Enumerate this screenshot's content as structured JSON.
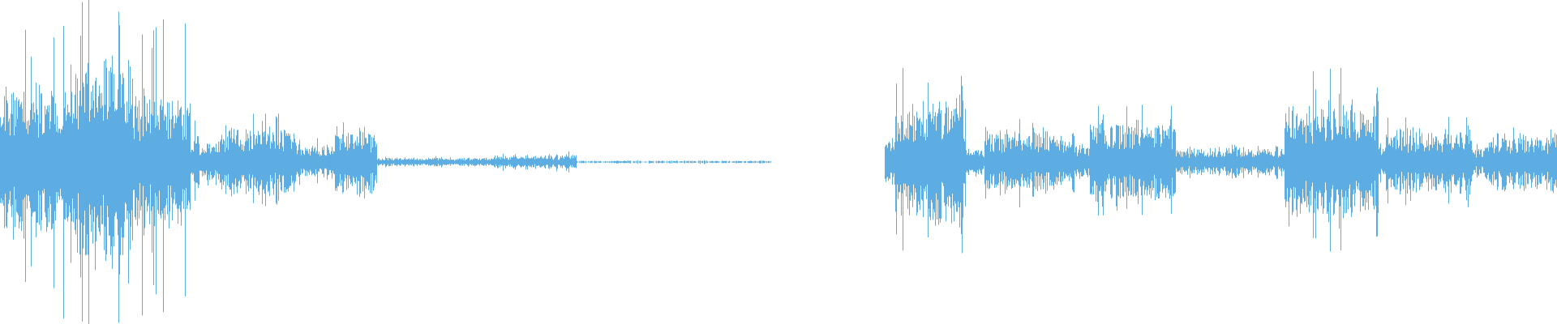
{
  "waveform": {
    "color": "#5DADE2",
    "background": "#FFFFFF",
    "description_visible_text": "",
    "segments": [
      {
        "from": 0.0,
        "to": 0.045,
        "amp": 0.22,
        "spike": 0.5,
        "density": 1.0
      },
      {
        "from": 0.045,
        "to": 0.085,
        "amp": 0.3,
        "spike": 0.55,
        "density": 1.0
      },
      {
        "from": 0.085,
        "to": 0.122,
        "amp": 0.2,
        "spike": 0.45,
        "density": 1.0
      },
      {
        "from": 0.122,
        "to": 0.145,
        "amp": 0.07,
        "spike": 0.12,
        "density": 1.0
      },
      {
        "from": 0.145,
        "to": 0.19,
        "amp": 0.1,
        "spike": 0.14,
        "density": 1.0
      },
      {
        "from": 0.19,
        "to": 0.215,
        "amp": 0.05,
        "spike": 0.08,
        "density": 1.0
      },
      {
        "from": 0.215,
        "to": 0.242,
        "amp": 0.09,
        "spike": 0.12,
        "density": 1.0
      },
      {
        "from": 0.242,
        "to": 0.315,
        "amp": 0.012,
        "spike": 0.02,
        "density": 1.0
      },
      {
        "from": 0.315,
        "to": 0.37,
        "amp": 0.02,
        "spike": 0.03,
        "density": 1.0
      },
      {
        "from": 0.37,
        "to": 0.495,
        "amp": 0.004,
        "spike": 0.006,
        "density": 0.7
      },
      {
        "from": 0.495,
        "to": 0.568,
        "amp": 0.0,
        "spike": 0.0,
        "density": 0.0
      },
      {
        "from": 0.568,
        "to": 0.575,
        "amp": 0.08,
        "spike": 0.1,
        "density": 1.0
      },
      {
        "from": 0.575,
        "to": 0.62,
        "amp": 0.18,
        "spike": 0.27,
        "density": 1.0
      },
      {
        "from": 0.62,
        "to": 0.632,
        "amp": 0.04,
        "spike": 0.06,
        "density": 1.0
      },
      {
        "from": 0.632,
        "to": 0.69,
        "amp": 0.09,
        "spike": 0.13,
        "density": 1.0
      },
      {
        "from": 0.69,
        "to": 0.7,
        "amp": 0.05,
        "spike": 0.07,
        "density": 1.0
      },
      {
        "from": 0.7,
        "to": 0.755,
        "amp": 0.12,
        "spike": 0.18,
        "density": 1.0
      },
      {
        "from": 0.755,
        "to": 0.825,
        "amp": 0.04,
        "spike": 0.06,
        "density": 1.0
      },
      {
        "from": 0.825,
        "to": 0.885,
        "amp": 0.17,
        "spike": 0.28,
        "density": 1.0
      },
      {
        "from": 0.885,
        "to": 0.89,
        "amp": 0.05,
        "spike": 0.07,
        "density": 1.0
      },
      {
        "from": 0.89,
        "to": 0.945,
        "amp": 0.09,
        "spike": 0.13,
        "density": 1.0
      },
      {
        "from": 0.945,
        "to": 0.953,
        "amp": 0.04,
        "spike": 0.06,
        "density": 1.0
      },
      {
        "from": 0.953,
        "to": 1.0,
        "amp": 0.08,
        "spike": 0.11,
        "density": 1.0
      }
    ]
  }
}
